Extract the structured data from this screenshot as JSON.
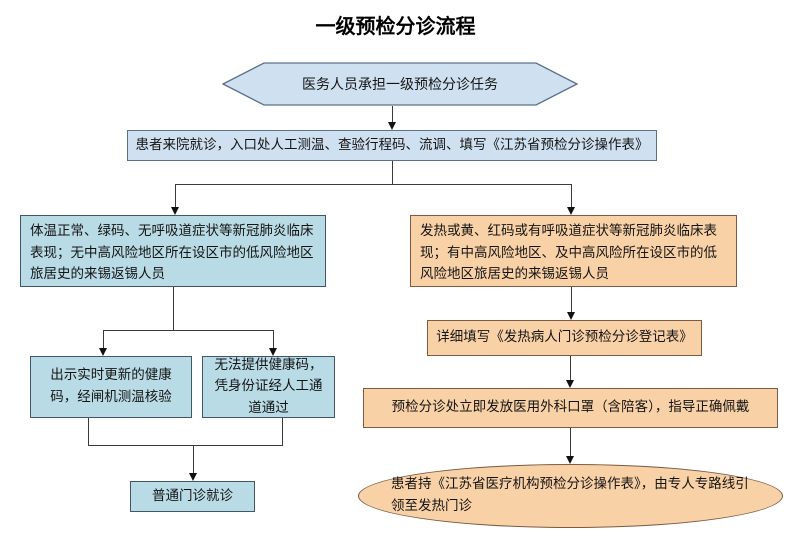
{
  "title": "一级预检分诊流程",
  "colors": {
    "light_blue_fill": "#cfe1f1",
    "blue_fill": "#b9dbe5",
    "orange_fill": "#f9d1a6",
    "blue_border": "#42566b",
    "orange_border": "#7d5a41",
    "line": "#3a3a3a"
  },
  "nodes": {
    "start_hexagon": "医务人员承担一级预检分诊任务",
    "arrival": "患者来院就诊，入口处人工测温、查验行程码、流调、填写《江苏省预检分诊操作表》",
    "normal_branch": "体温正常、绿码、无呼吸道症状等新冠肺炎临床表现；无中高风险地区所在设区市的低风险地区旅居史的来锡返锡人员",
    "fever_branch": "发热或黄、红码或有呼吸道症状等新冠肺炎临床表现；有中高风险地区、及中高风险所在设区市的低风险地区旅居史的来锡返锡人员",
    "show_code": "出示实时更新的健康码，经闸机测温核验",
    "no_code": "无法提供健康码，凭身份证经人工通道通过",
    "normal_clinic": "普通门诊就诊",
    "fever_register": "详细填写《发热病人门诊预检分诊登记表》",
    "mask_step": "预检分诊处立即发放医用外科口罩（含陪客），指导正确佩戴",
    "escort": "患者持《江苏省医疗机构预检分诊操作表》，由专人专路线引领至发热门诊"
  }
}
